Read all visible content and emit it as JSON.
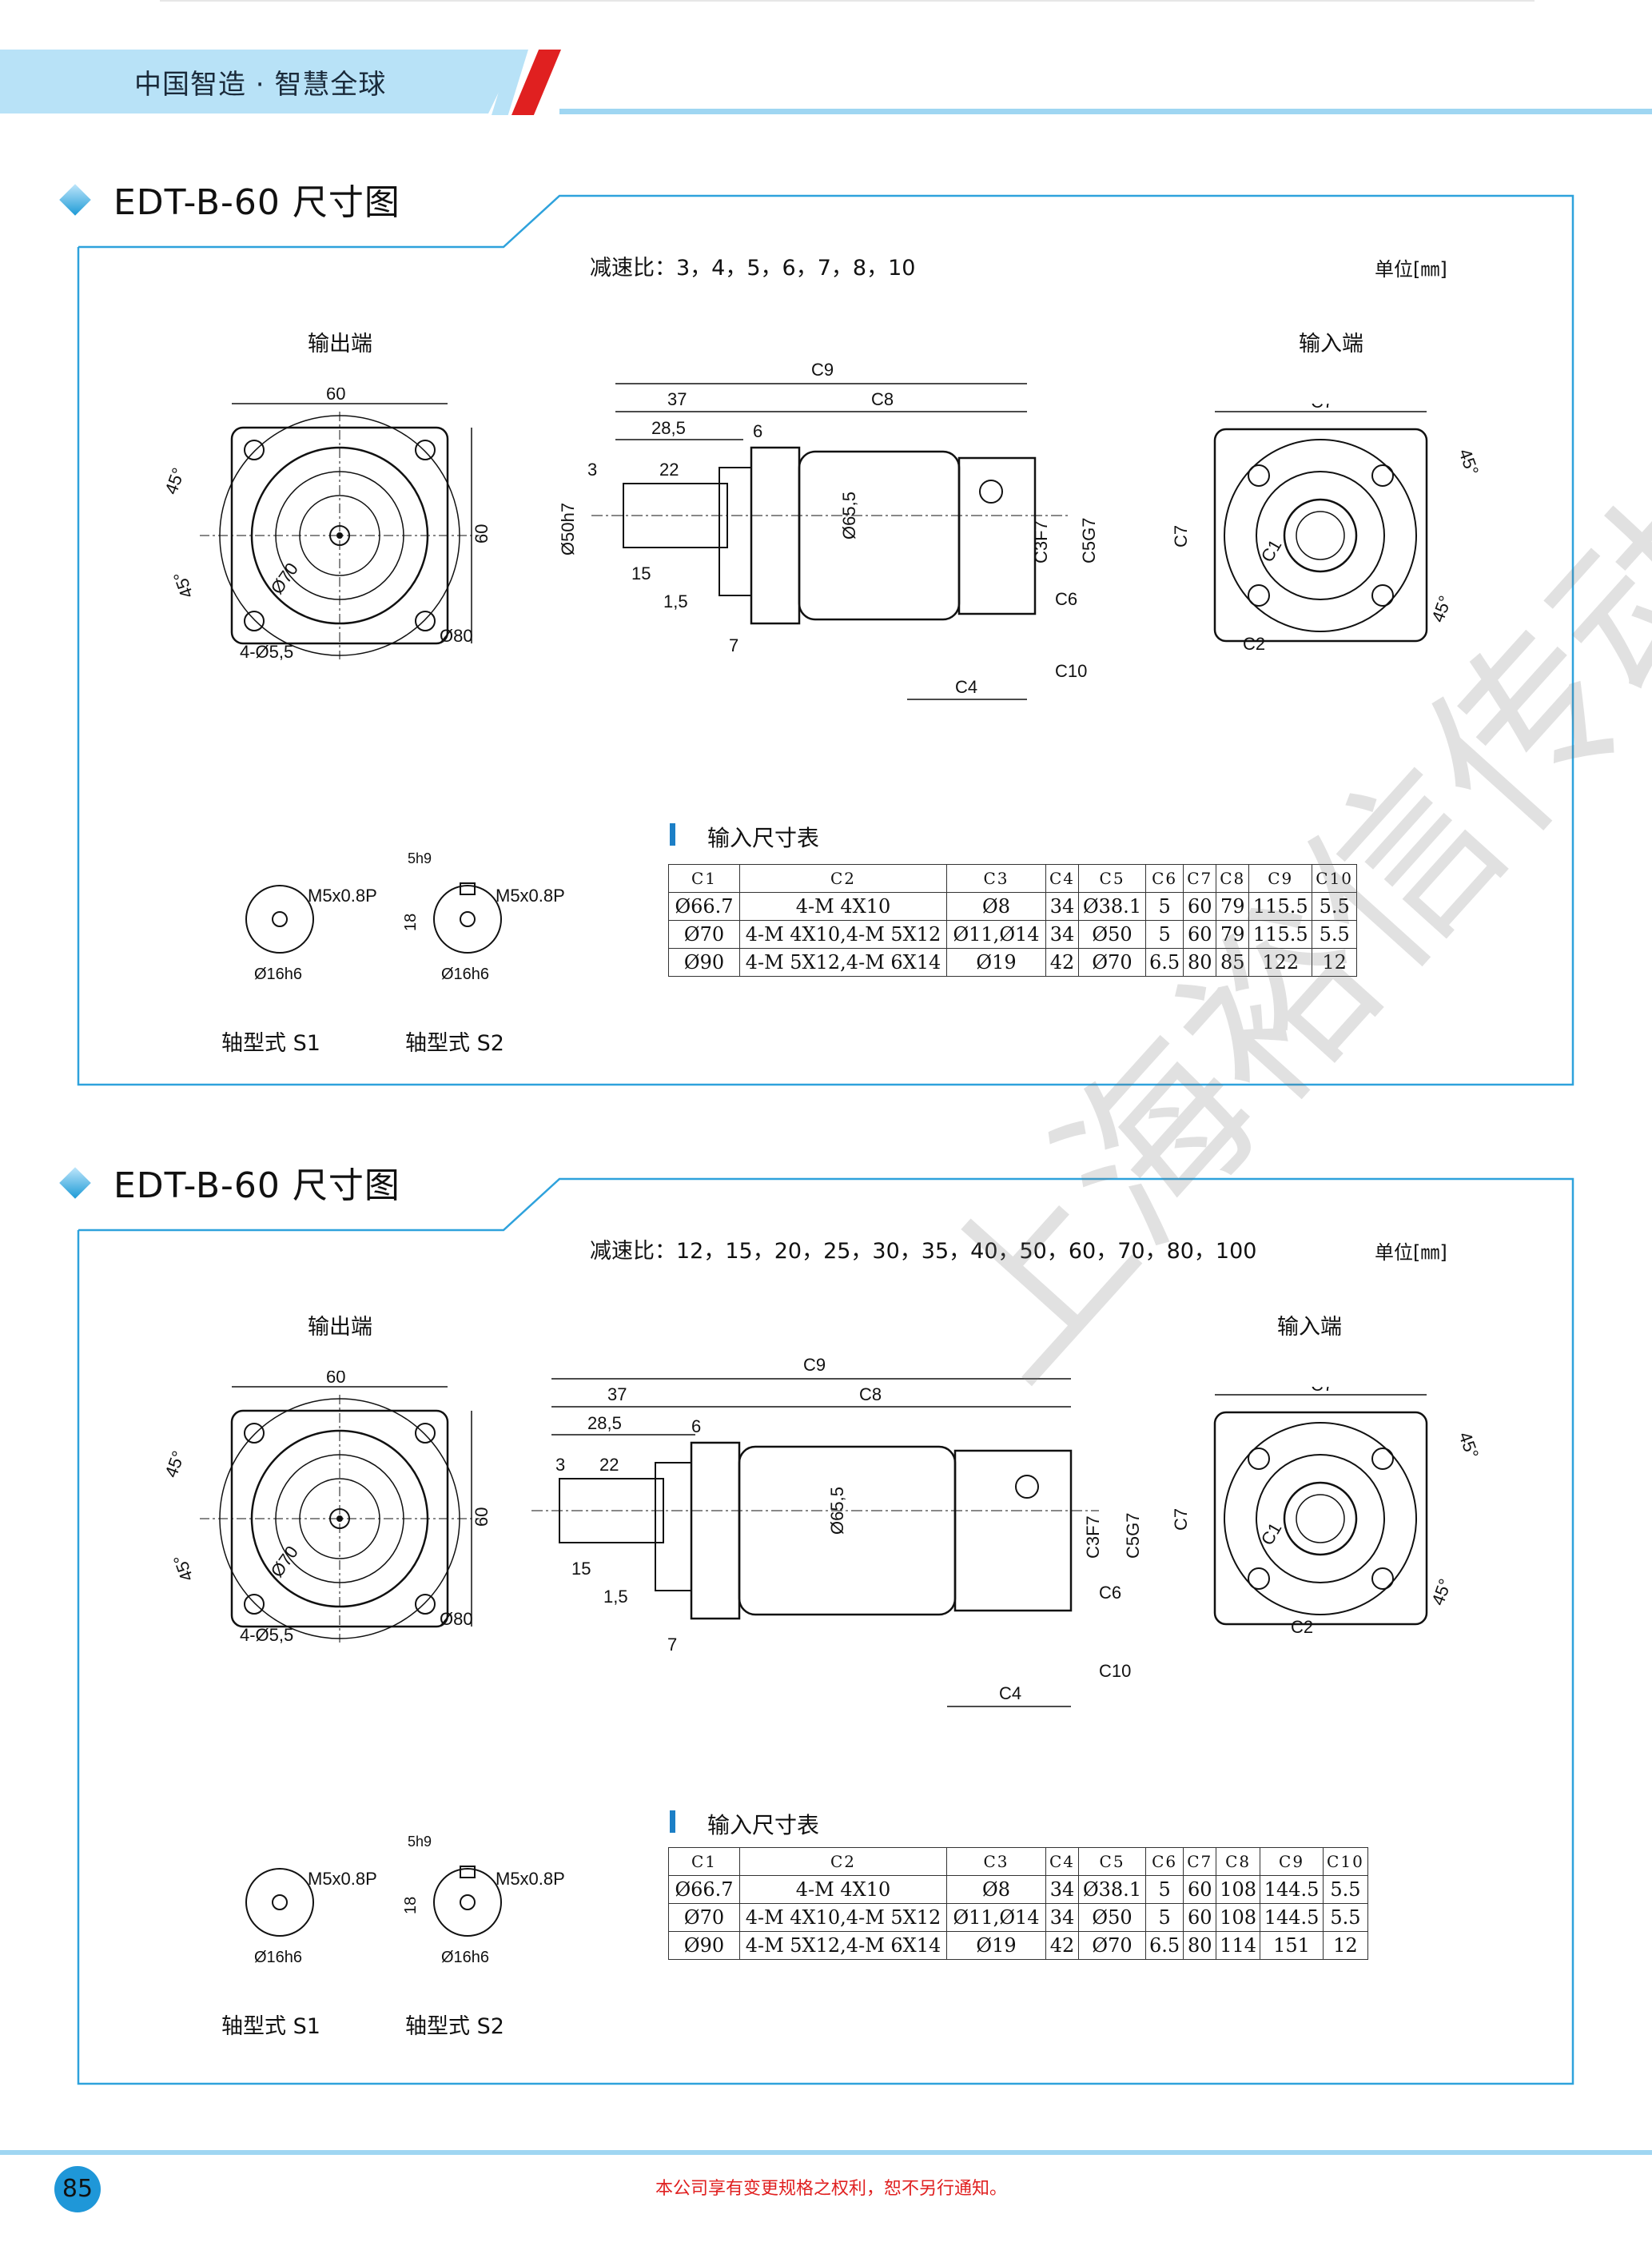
{
  "header": {
    "slogan": "中国智造 · 智慧全球"
  },
  "sections": [
    {
      "title": "EDT-B-60  尺寸图",
      "ratio": "减速比：3，4，5，6，7，8，10",
      "unit": "单位[㎜]",
      "output_label": "输出端",
      "input_label": "输入端",
      "shaft_s1": "轴型式 S1",
      "shaft_s2": "轴型式 S2",
      "table_title": "输入尺寸表",
      "table": {
        "headers": [
          "C1",
          "C2",
          "C3",
          "C4",
          "C5",
          "C6",
          "C7",
          "C8",
          "C9",
          "C10"
        ],
        "rows": [
          [
            "Ø66.7",
            "4-M 4X10",
            "Ø8",
            "34",
            "Ø38.1",
            "5",
            "60",
            "79",
            "115.5",
            "5.5"
          ],
          [
            "Ø70",
            "4-M 4X10,4-M 5X12",
            "Ø11,Ø14",
            "34",
            "Ø50",
            "5",
            "60",
            "79",
            "115.5",
            "5.5"
          ],
          [
            "Ø90",
            "4-M 5X12,4-M 6X14",
            "Ø19",
            "42",
            "Ø70",
            "6.5",
            "80",
            "85",
            "122",
            "12"
          ]
        ]
      }
    },
    {
      "title": "EDT-B-60  尺寸图",
      "ratio": "减速比：12，15，20，25，30，35，40，50，60，70，80，100",
      "unit": "单位[㎜]",
      "output_label": "输出端",
      "input_label": "输入端",
      "shaft_s1": "轴型式 S1",
      "shaft_s2": "轴型式 S2",
      "table_title": "输入尺寸表",
      "table": {
        "headers": [
          "C1",
          "C2",
          "C3",
          "C4",
          "C5",
          "C6",
          "C7",
          "C8",
          "C9",
          "C10"
        ],
        "rows": [
          [
            "Ø66.7",
            "4-M 4X10",
            "Ø8",
            "34",
            "Ø38.1",
            "5",
            "60",
            "108",
            "144.5",
            "5.5"
          ],
          [
            "Ø70",
            "4-M 4X10,4-M 5X12",
            "Ø11,Ø14",
            "34",
            "Ø50",
            "5",
            "60",
            "108",
            "144.5",
            "5.5"
          ],
          [
            "Ø90",
            "4-M 5X12,4-M 6X14",
            "Ø19",
            "42",
            "Ø70",
            "6.5",
            "80",
            "114",
            "151",
            "12"
          ]
        ]
      }
    }
  ],
  "drawing_labels": {
    "d60": "60",
    "d45": "45°",
    "dia70": "Ø70",
    "dia80": "Ø80",
    "holes": "4-Ø5,5",
    "c9": "C9",
    "c8": "C8",
    "d37": "37",
    "d28_5": "28,5",
    "d6": "6",
    "d3": "3",
    "d22": "22",
    "dia50": "Ø50h7",
    "dia65_5": "Ø65,5",
    "d15": "15",
    "d1_5": "1,5",
    "d7": "7",
    "c3": "C3F7",
    "c5": "C5G7",
    "c6": "C6",
    "c10": "C10",
    "c4": "C4",
    "c7": "C7",
    "c1": "C1",
    "c2": "C2",
    "m5": "M5x0.8P",
    "d5h9": "5h9",
    "d18": "18",
    "dia16": "Ø16h6"
  },
  "watermark": "上海裕信传动",
  "footer": {
    "page": "85",
    "note": "本公司享有变更规格之权利，恕不另行通知。"
  }
}
